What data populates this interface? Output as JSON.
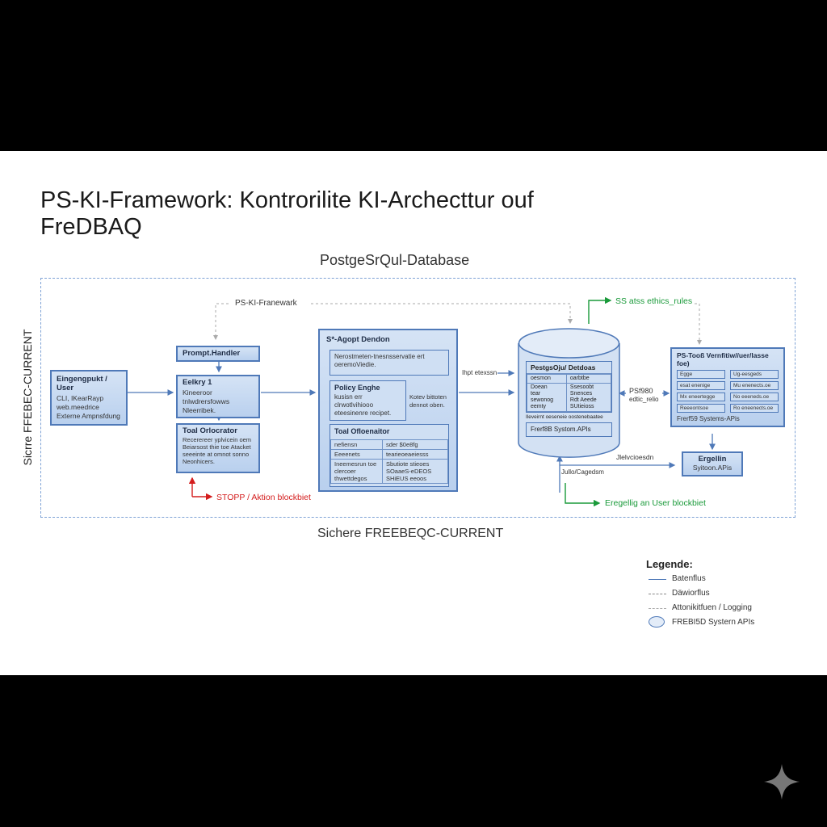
{
  "title": "PS-KI-Framework: Kontrorilite KI-Archecttur ouf FreDBAQ",
  "top_caption": "PostgeSrQul-Database",
  "bottom_caption": "Sichere FREEBEQC-CURRENT",
  "side_caption": "Sicrre FFEBEC-CURRENT",
  "framework_label": "PS-KI-Franewark",
  "entry": {
    "title": "Eingengpukt / User",
    "lines": [
      "CLI, IKearRayp",
      "web.meedrice",
      "Externe Ampnsfdung"
    ]
  },
  "prompt_handler": "Prompt.Handler",
  "entry1": {
    "title": "Eelkry 1",
    "lines": [
      "Kineeroor tnlwdrersfowws",
      "Nleerribek."
    ]
  },
  "tool_orch_left": {
    "title": "Toal Orlocrator",
    "lines": [
      "Recerereer yplvicein oem",
      "Beiarsost thie toe Atacket",
      "seeeinte at omnot sonno",
      "Neonhicers."
    ]
  },
  "stop": "STOPP / Aktion blockbiet",
  "agent": {
    "title": "S*-Agopt Dendon",
    "note": "Nerostmeten-tnesnsservatie ert oeremoViedie.",
    "policy_title": "Policy Enghe",
    "policy_text": "kusisn err clrwotlvihiooo eteesinenre recipet.",
    "side_text": "Kotev bittoten dennot oben.",
    "orch_title": "Toal Ofloenaitor",
    "table": [
      [
        "nefiensn",
        "sder $0e8fg"
      ],
      [
        "Eeeenets",
        "tearieoeaeiesss"
      ],
      [
        "Ineemesrun toe clercoer thwettdegos",
        "Sbutiote stieoes SOaaeS-eDEOS SHiEUS eeoos"
      ]
    ]
  },
  "imp_label": "Ihpt etexssn",
  "ethics_rules": "SS atss ethics_rules",
  "db": {
    "title": "PestgsOju/ Detdoas",
    "table": [
      [
        "oesmon",
        "oarbtbe"
      ],
      [
        "Doean\ntear\nsewonog\neemty",
        "Ssesoobt\nSnences\nRdt Aeede\nSUtieioss"
      ]
    ],
    "footer_note": "Ileveirnt oeseneie oostenebaatee",
    "api": "Frerf8B Systom.APIs"
  },
  "ps_label": [
    "PSf980",
    "edtic_relio"
  ],
  "tools": {
    "title": "PS-Tooß Vernfitiw//uer/lasse foe)",
    "items": [
      "Egge",
      "Ug-eesgeds",
      "esat enenige",
      "Mu enenects.oe",
      "Mx eneertegge",
      "No eeeneds.oe",
      "Reeeontsoe",
      "Ro eneenects.oe"
    ],
    "footer": "Frerf59 Systems-APis"
  },
  "jelve_label": "Jlelvcioesdn",
  "jullo_label": "Jullo/Cagedsm",
  "ergebnis": {
    "title": "Ergellin",
    "sub": "Syitoon.APis"
  },
  "user_blocked": "Eregellig an User blockbiet",
  "legend": {
    "title": "Legende:",
    "items": [
      "Batenflus",
      "Däwiorflus",
      "Attonikitfuen / Logging",
      "FREBI5D Systern APIs"
    ]
  },
  "colors": {
    "accent": "#4f79b8",
    "green": "#1a9a3a",
    "red": "#d41d1d"
  }
}
